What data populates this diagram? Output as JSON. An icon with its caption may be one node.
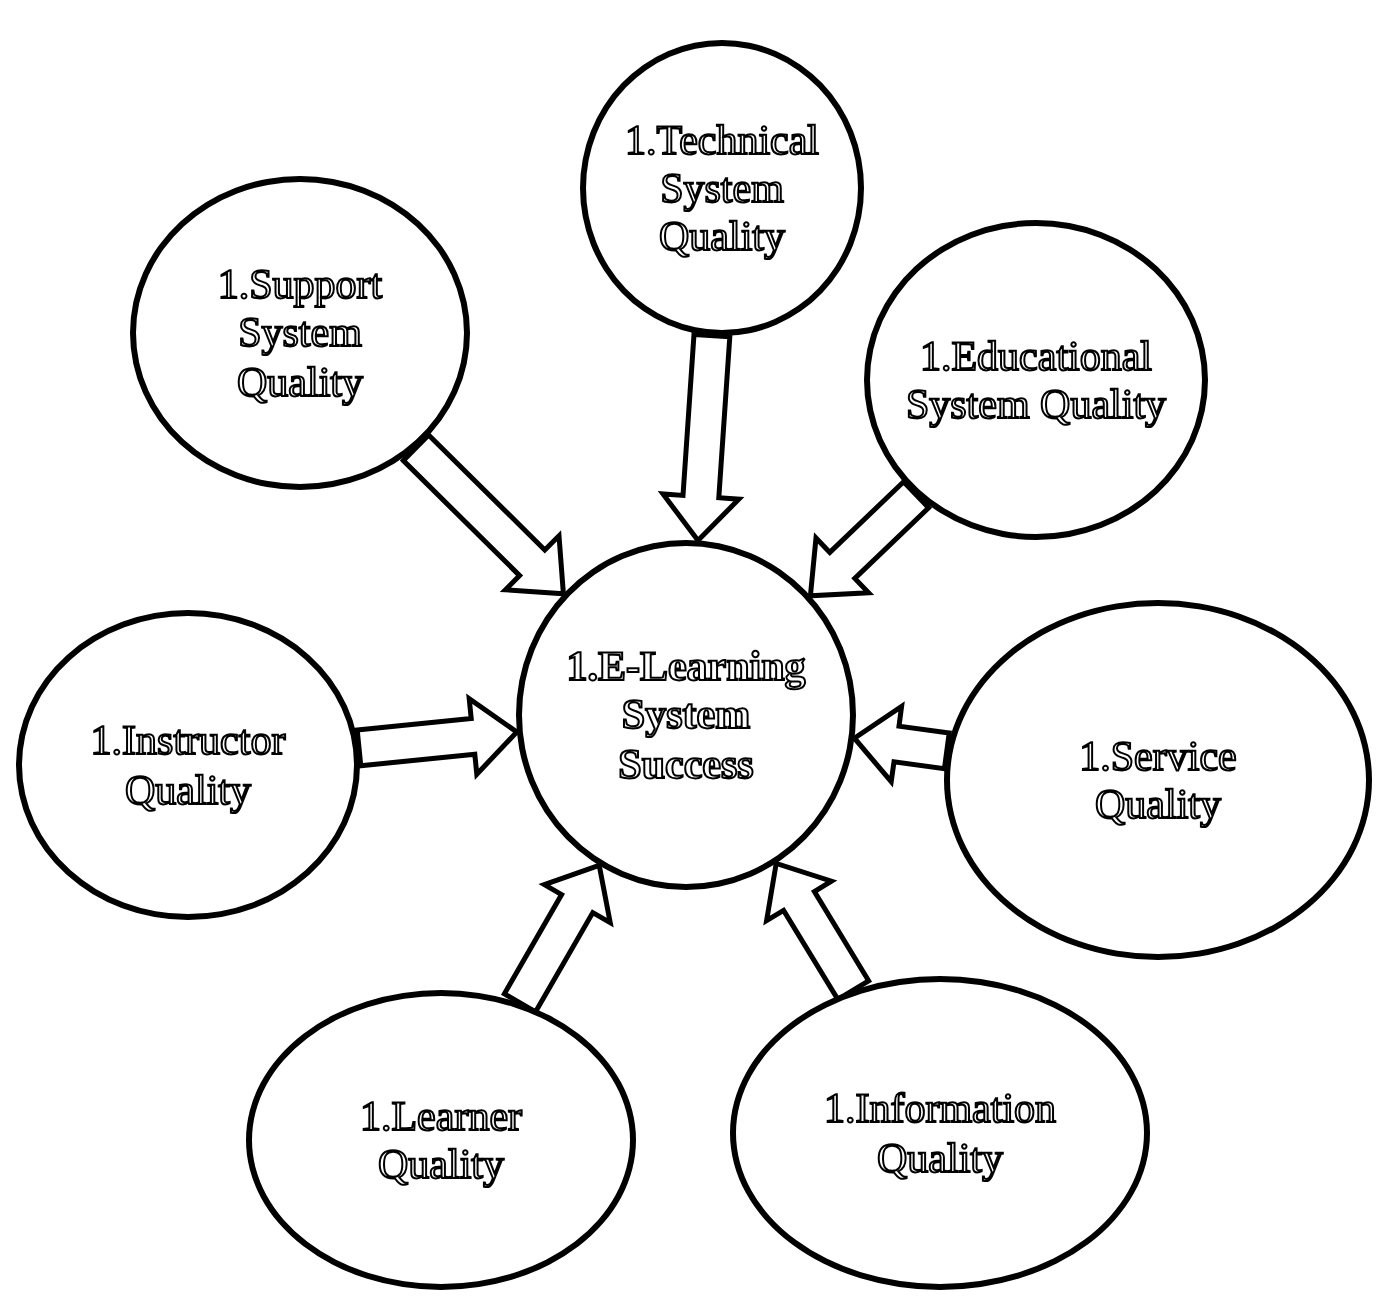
{
  "diagram": {
    "nodes": [
      {
        "text": [
          "1.Technical System Quality"
        ]
      },
      {
        "text": [
          "1.Support System Quality"
        ]
      },
      {
        "text": [
          "1.Educational System Quality"
        ]
      },
      {
        "text": [
          "1.E-Learning System Success"
        ]
      },
      {
        "text": [
          "1.Instructor Quality"
        ]
      },
      {
        "text": [
          "1.Service Quality"
        ]
      },
      {
        "text": [
          "1.Learner Quality"
        ]
      },
      {
        "text": [
          "1.Information Quality"
        ]
      }
    ],
    "edges": [
      {
        "from": 0,
        "to": 3,
        "arrow": "to"
      },
      {
        "from": 1,
        "to": 3,
        "arrow": "to"
      },
      {
        "from": 2,
        "to": 3,
        "arrow": "to"
      },
      {
        "from": 4,
        "to": 3,
        "arrow": "to"
      },
      {
        "from": 5,
        "to": 3,
        "arrow": "to"
      },
      {
        "from": 6,
        "to": 3,
        "arrow": "to"
      },
      {
        "from": 7,
        "to": 3,
        "arrow": "to"
      }
    ]
  }
}
